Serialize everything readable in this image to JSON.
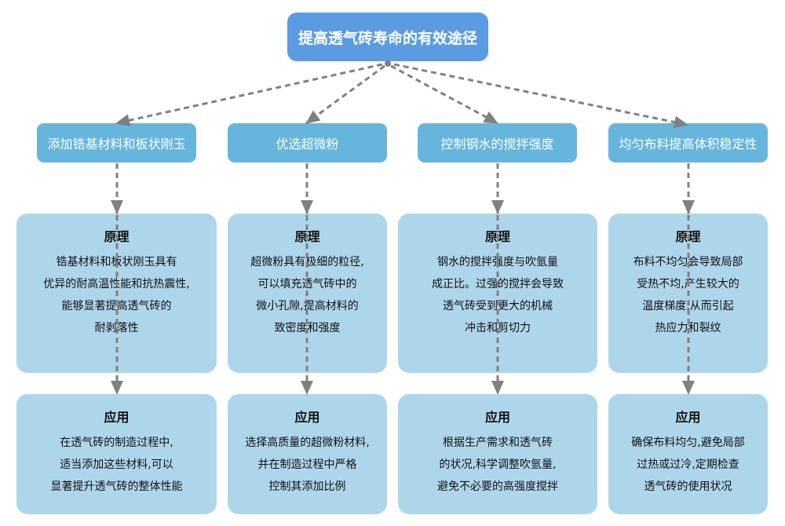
{
  "root": {
    "title": "提高透气砖寿命的有效途径"
  },
  "colors": {
    "root": "#5b9be2",
    "category": "#66b5dd",
    "card": "#aed6ea",
    "edge": "#808080"
  },
  "columns": [
    {
      "category": "添加锆基材料和板状刚玉",
      "principle": {
        "title": "原理",
        "lines": [
          "锆基材料和板状刚玉具有",
          "优异的耐高温性能和抗热震性,",
          "能够显著提高透气砖的",
          "耐剥落性"
        ]
      },
      "application": {
        "title": "应用",
        "lines": [
          "在透气砖的制造过程中,",
          "适当添加这些材料,可以",
          "显著提升透气砖的整体性能"
        ]
      }
    },
    {
      "category": "优选超微粉",
      "principle": {
        "title": "原理",
        "lines": [
          "超微粉具有极细的粒径,",
          "可以填充透气砖中的",
          "微小孔隙,提高材料的",
          "致密度和强度"
        ]
      },
      "application": {
        "title": "应用",
        "lines": [
          "选择高质量的超微粉材料,",
          "并在制造过程中严格",
          "控制其添加比例"
        ]
      }
    },
    {
      "category": "控制钢水的搅拌强度",
      "principle": {
        "title": "原理",
        "lines": [
          "钢水的搅拌强度与吹氩量",
          "成正比。过强的搅拌会导致",
          "透气砖受到更大的机械",
          "冲击和剪切力"
        ]
      },
      "application": {
        "title": "应用",
        "lines": [
          "根据生产需求和透气砖",
          "的状况,科学调整吹氩量,",
          "避免不必要的高强度搅拌"
        ]
      }
    },
    {
      "category": "均匀布料提高体积稳定性",
      "principle": {
        "title": "原理",
        "lines": [
          "布料不均匀会导致局部",
          "受热不均,产生较大的",
          "温度梯度,从而引起",
          "热应力和裂纹"
        ]
      },
      "application": {
        "title": "应用",
        "lines": [
          "确保布料均匀,避免局部",
          "过热或过冷,定期检查",
          "透气砖的使用状况"
        ]
      }
    }
  ]
}
